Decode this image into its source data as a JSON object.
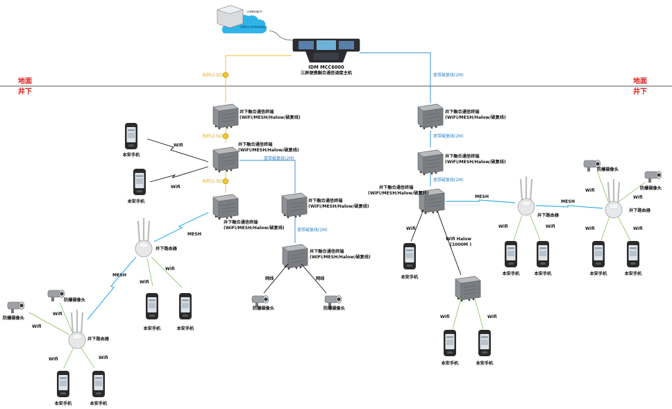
{
  "ground": {
    "above": "地面",
    "below": "井下"
  },
  "host": {
    "model": "IDM MCC6000",
    "name": "三屏便携融合通信调度主机"
  },
  "cloud": {
    "server_caption": "公网服务器/PS",
    "cloud_caption": "互联网/公网/专网/局域网"
  },
  "links": {
    "fiber": "光纤(2.5G)",
    "cable": "宽带破复线(2M)",
    "wifi": "Wifi",
    "mesh": "MESH",
    "net": "网线",
    "halow": "Wifi Halow",
    "halow_dist": "(1000M )"
  },
  "terminal": {
    "name": "井下融合通信终端",
    "spec": "(WiFi/MESH/Halow/破复线)"
  },
  "router": "井下路由器",
  "phone": "本安手机",
  "camera": "防爆摄像头",
  "colors": {
    "fiber": "#f2c230",
    "cable": "#3a8fd4",
    "wifi": "#9ccc7a",
    "ground": "#aaaaaa",
    "red": "#e02020"
  }
}
